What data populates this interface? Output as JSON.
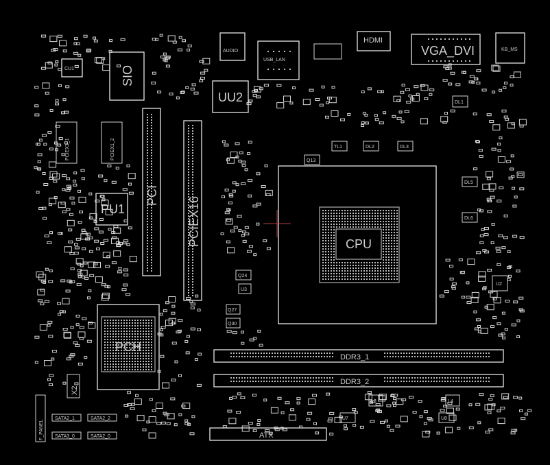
{
  "labels": {
    "audio": "AUDIO",
    "usb_lan": "USB_LAN",
    "hdmi": "HDMI",
    "vga_dvi": "VGA_DVI",
    "kb_ms": "KB_MS",
    "sio": "SIO",
    "cu1": "CU1",
    "uu2": "UU2",
    "pu1": "PU1",
    "pci": "PCI",
    "pciex16": "PCIEX16",
    "pciex1_1": "PCIEX1_1",
    "pciex1_2": "PCIEX1_2",
    "pch": "PCH",
    "cpu": "CPU",
    "ddr3_1": "DDR3_1",
    "ddr3_2": "DDR3_2",
    "atx": "ATX",
    "x2": "X2",
    "u2": "U2",
    "u3": "U3",
    "u7": "U7",
    "u8": "U8",
    "l3": "L3",
    "l4": "L4",
    "tl1": "TL1",
    "dl1": "DL1",
    "dl2": "DL2",
    "dl3": "DL3",
    "dl5": "DL5",
    "dl6": "DL6",
    "q13": "Q13",
    "q24": "Q24",
    "q27": "Q27",
    "q30": "Q30",
    "f_panel": "F_PANEL",
    "sata": [
      "SATA2_1",
      "SATA2_2",
      "SATA3_0",
      "SATA2_0"
    ]
  },
  "colors": {
    "background": "#000000",
    "trace": "#d4d4d4",
    "crosshair": "#b04040"
  }
}
